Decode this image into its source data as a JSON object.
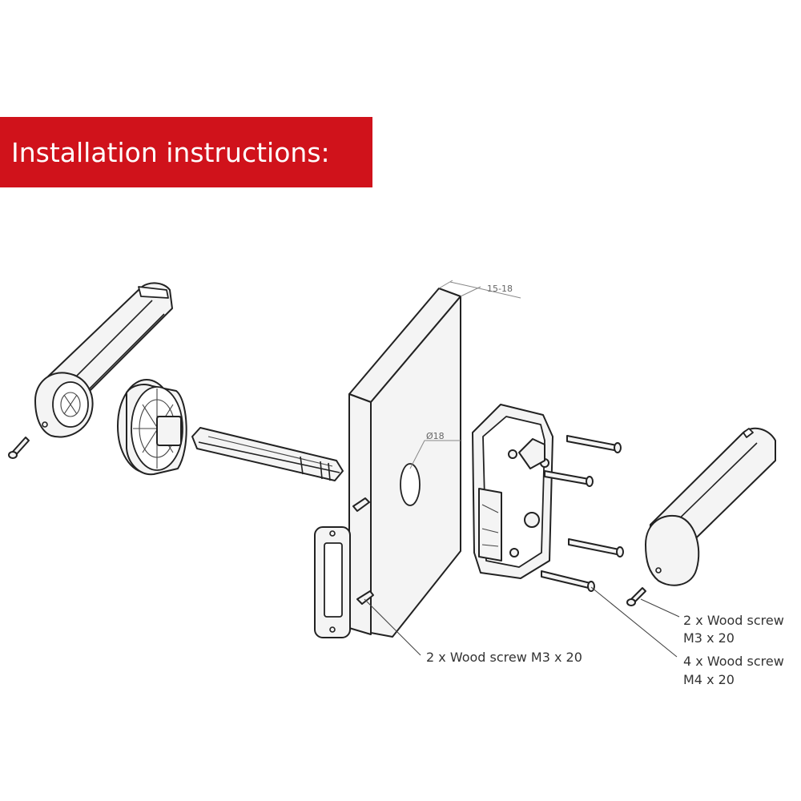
{
  "banner": {
    "title": "Installation instructions:",
    "color": "#d0121b"
  },
  "dimensions": {
    "door_thickness": "15-18",
    "hole_diameter": "Ø18"
  },
  "callouts": {
    "strike_plate_screws": "2 x Wood screw M3 x 20",
    "handle_screws_line1": "2 x Wood screw",
    "handle_screws_line2": "M3 x 20",
    "lock_body_screws_line1": "4 x Wood screw",
    "lock_body_screws_line2": "M4 x 20"
  }
}
